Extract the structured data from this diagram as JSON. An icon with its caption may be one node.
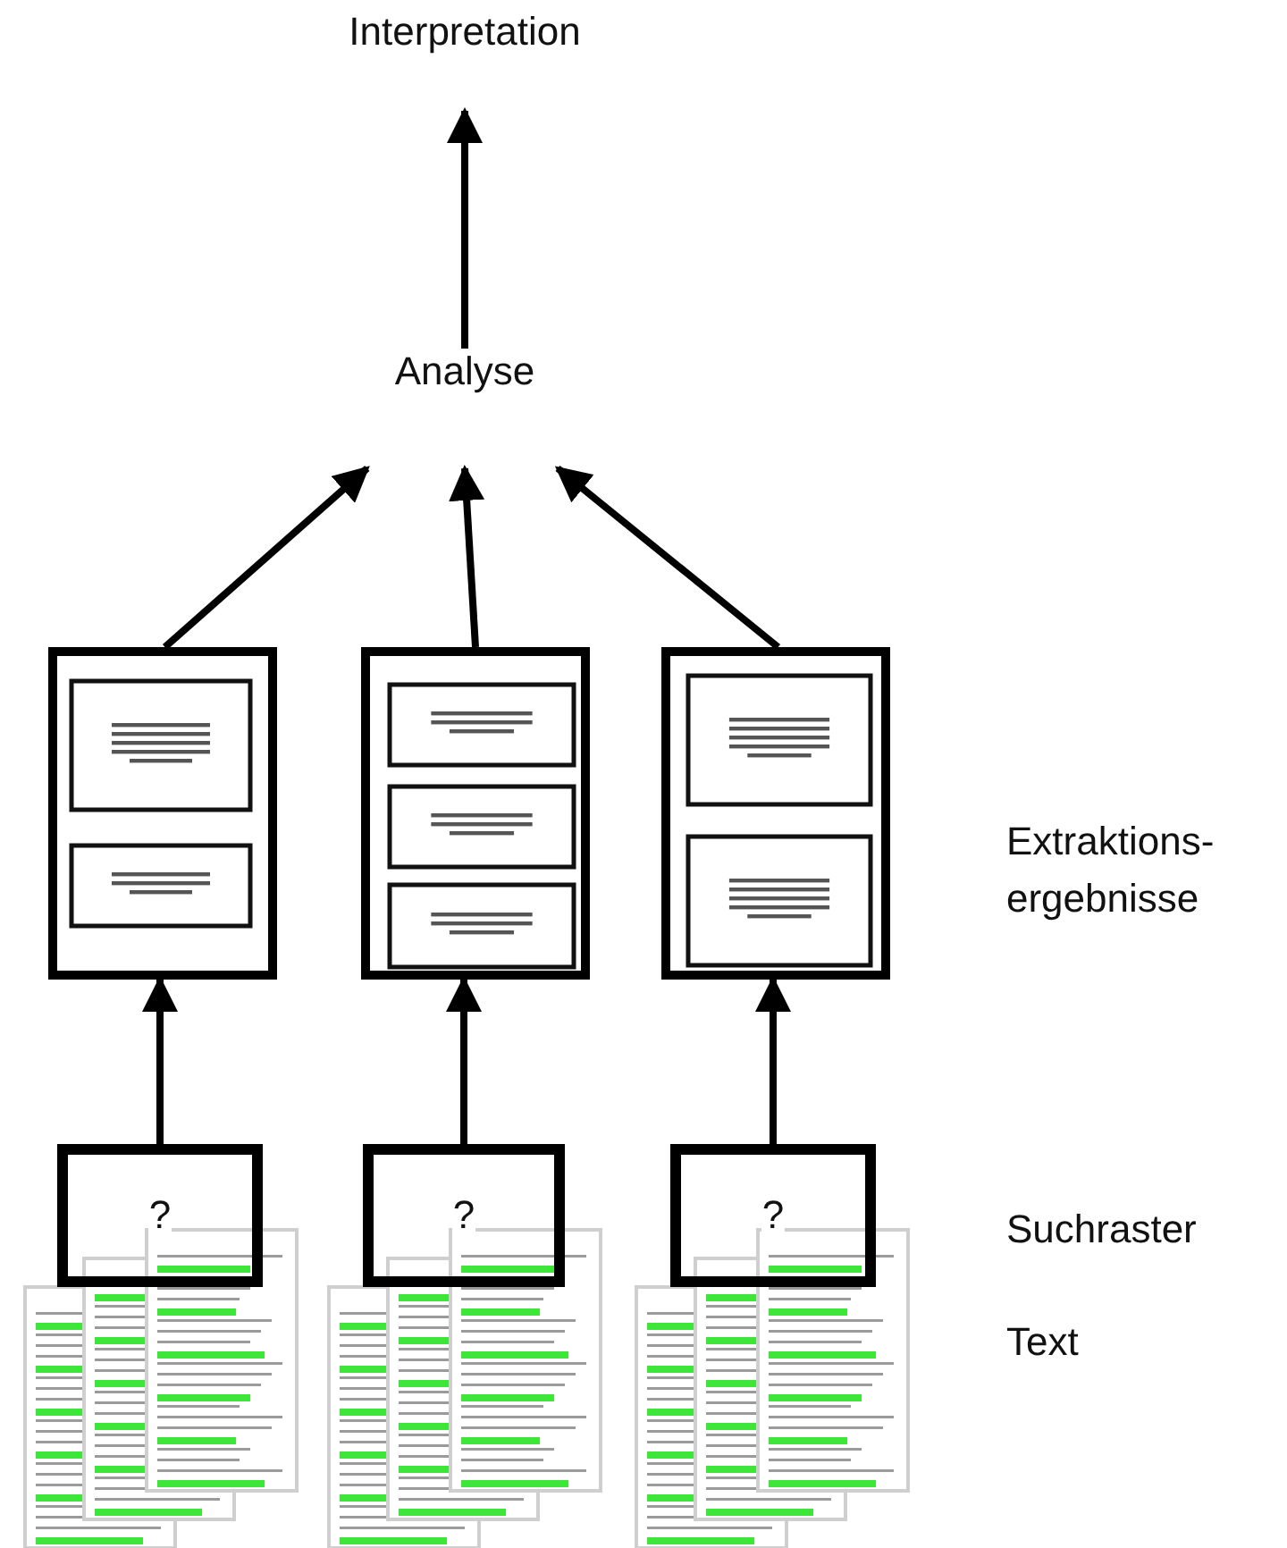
{
  "diagram": {
    "nodes": [
      {
        "text": [
          "Interpretation"
        ]
      },
      {
        "text": [
          "Analyse"
        ]
      },
      {
        "text": [],
        "shape": "box"
      },
      {
        "text": [],
        "shape": "box"
      },
      {
        "text": [],
        "shape": "box"
      },
      {
        "text": [
          "?"
        ]
      },
      {
        "text": [
          "?"
        ]
      },
      {
        "text": [
          "?"
        ]
      }
    ],
    "edges": [
      {
        "from": 5,
        "to": 2,
        "arrow": "to"
      },
      {
        "from": 6,
        "to": 3,
        "arrow": "to"
      },
      {
        "from": 7,
        "to": 4,
        "arrow": "to"
      },
      {
        "from": 2,
        "to": 1,
        "arrow": "to"
      },
      {
        "from": 3,
        "to": 1,
        "arrow": "to"
      },
      {
        "from": 4,
        "to": 1,
        "arrow": "to"
      },
      {
        "from": 1,
        "to": 0,
        "arrow": "to"
      }
    ],
    "labels": [
      "Extraktions-ergebnisse",
      "Suchraster",
      "Text"
    ]
  }
}
